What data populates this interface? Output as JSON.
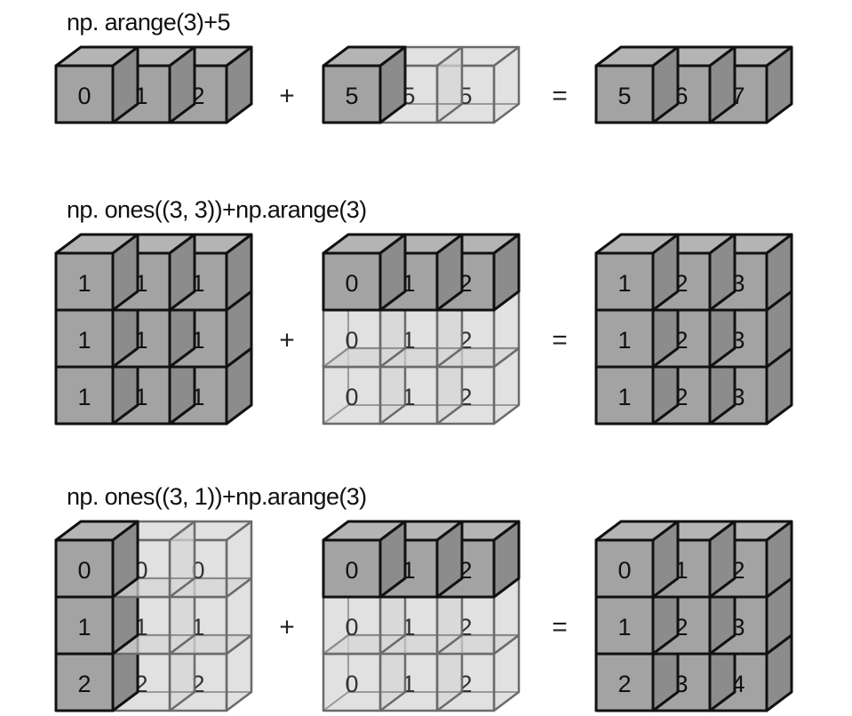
{
  "colors": {
    "solid_front": "#a3a3a3",
    "solid_top": "#b4b4b4",
    "solid_side": "#8c8c8c",
    "ghost_fill": "#d6d6d6",
    "solid_stroke": "#111111",
    "ghost_stroke": "#6b6b6b"
  },
  "operators": {
    "plus": "+",
    "equals": "="
  },
  "examples": [
    {
      "caption": "np. arange(3)+5",
      "operand_a": {
        "rows": [
          [
            "0",
            "1",
            "2"
          ]
        ],
        "solid": [
          [
            true,
            true,
            true
          ]
        ]
      },
      "operand_b": {
        "rows": [
          [
            "5",
            "5",
            "5"
          ]
        ],
        "solid": [
          [
            true,
            false,
            false
          ]
        ]
      },
      "result": {
        "rows": [
          [
            "5",
            "6",
            "7"
          ]
        ]
      }
    },
    {
      "caption": "np. ones((3, 3))+np.arange(3)",
      "operand_a": {
        "rows": [
          [
            "1",
            "1",
            "1"
          ],
          [
            "1",
            "1",
            "1"
          ],
          [
            "1",
            "1",
            "1"
          ]
        ],
        "solid": [
          [
            true,
            true,
            true
          ],
          [
            true,
            true,
            true
          ],
          [
            true,
            true,
            true
          ]
        ]
      },
      "operand_b": {
        "rows": [
          [
            "0",
            "1",
            "2"
          ],
          [
            "0",
            "1",
            "2"
          ],
          [
            "0",
            "1",
            "2"
          ]
        ],
        "solid": [
          [
            true,
            true,
            true
          ],
          [
            false,
            false,
            false
          ],
          [
            false,
            false,
            false
          ]
        ]
      },
      "result": {
        "rows": [
          [
            "1",
            "2",
            "3"
          ],
          [
            "1",
            "2",
            "3"
          ],
          [
            "1",
            "2",
            "3"
          ]
        ]
      }
    },
    {
      "caption": "np. ones((3, 1))+np.arange(3)",
      "operand_a": {
        "rows": [
          [
            "0",
            "0",
            "0"
          ],
          [
            "1",
            "1",
            "1"
          ],
          [
            "2",
            "2",
            "2"
          ]
        ],
        "solid": [
          [
            true,
            false,
            false
          ],
          [
            true,
            false,
            false
          ],
          [
            true,
            false,
            false
          ]
        ]
      },
      "operand_b": {
        "rows": [
          [
            "0",
            "1",
            "2"
          ],
          [
            "0",
            "1",
            "2"
          ],
          [
            "0",
            "1",
            "2"
          ]
        ],
        "solid": [
          [
            true,
            true,
            true
          ],
          [
            false,
            false,
            false
          ],
          [
            false,
            false,
            false
          ]
        ]
      },
      "result": {
        "rows": [
          [
            "0",
            "1",
            "2"
          ],
          [
            "1",
            "2",
            "3"
          ],
          [
            "2",
            "3",
            "4"
          ]
        ]
      }
    }
  ]
}
